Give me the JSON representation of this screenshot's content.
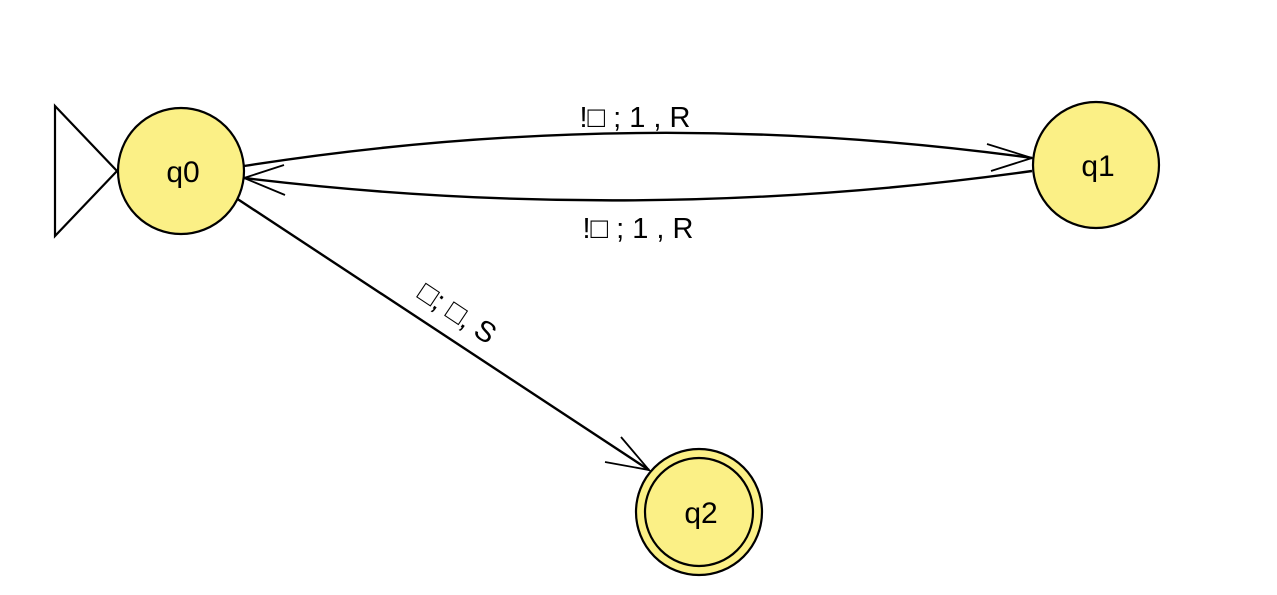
{
  "diagram": {
    "states": [
      {
        "id": "q0",
        "label": "q0",
        "initial": true,
        "accepting": false
      },
      {
        "id": "q1",
        "label": "q1",
        "initial": false,
        "accepting": false
      },
      {
        "id": "q2",
        "label": "q2",
        "initial": false,
        "accepting": true
      }
    ],
    "transitions": [
      {
        "from": "q0",
        "to": "q1",
        "label": "!□ ; 1 , R"
      },
      {
        "from": "q1",
        "to": "q0",
        "label": "!□ ; 1 , R"
      },
      {
        "from": "q0",
        "to": "q2",
        "label": "□; □, S"
      }
    ],
    "colors": {
      "state_fill": "#fbf086",
      "stroke": "#000000",
      "background": "#ffffff"
    }
  }
}
